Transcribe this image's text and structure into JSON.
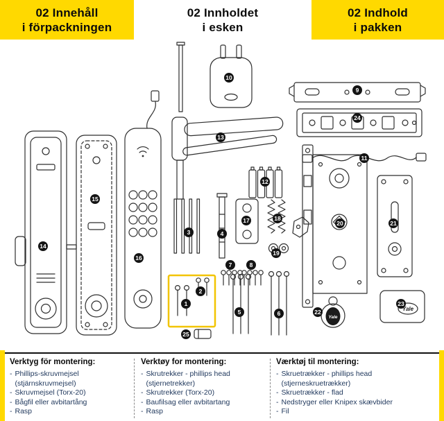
{
  "colors": {
    "yellow": "#ffd900",
    "list_text": "#223a5e",
    "line_art": "#2e2e2e",
    "badge_bg": "#141414",
    "highlight": "#f2c400"
  },
  "headers": [
    {
      "line1": "02 Innehåll",
      "line2": "i förpackningen"
    },
    {
      "line1": "02 Innholdet",
      "line2": "i esken"
    },
    {
      "line1": "02 Indhold",
      "line2": "i pakken"
    }
  ],
  "diagram": {
    "part_numbers": [
      "1",
      "2",
      "3",
      "4",
      "5",
      "6",
      "7",
      "8",
      "9",
      "10",
      "11",
      "12",
      "13",
      "14",
      "15",
      "16",
      "17",
      "18",
      "19",
      "20",
      "21",
      "22",
      "23",
      "24",
      "25"
    ],
    "fob_label": "Yale",
    "card_label": "Yale"
  },
  "tools": {
    "columns": [
      {
        "title": "Verktyg för montering:",
        "items": [
          [
            "Phillips-skruvmejsel",
            "(stjärnskruvmejsel)"
          ],
          [
            "Skruvmejsel (Torx-20)"
          ],
          [
            "Bågfil eller avbitartång"
          ],
          [
            "Rasp"
          ]
        ]
      },
      {
        "title": "Verktøy for montering:",
        "items": [
          [
            "Skrutrekker - phillips head",
            "(stjernetrekker)"
          ],
          [
            "Skrutrekker (Torx-20)"
          ],
          [
            "Baufilsag eller avbitartang"
          ],
          [
            "Rasp"
          ]
        ]
      },
      {
        "title": "Værktøj til montering:",
        "items": [
          [
            "Skruetrækker - phillips head",
            "(stjerneskruetrækker)"
          ],
          [
            "Skruetrækker - flad"
          ],
          [
            "Nedstryger eller Knipex skævbider"
          ],
          [
            "Fil"
          ]
        ]
      }
    ]
  }
}
